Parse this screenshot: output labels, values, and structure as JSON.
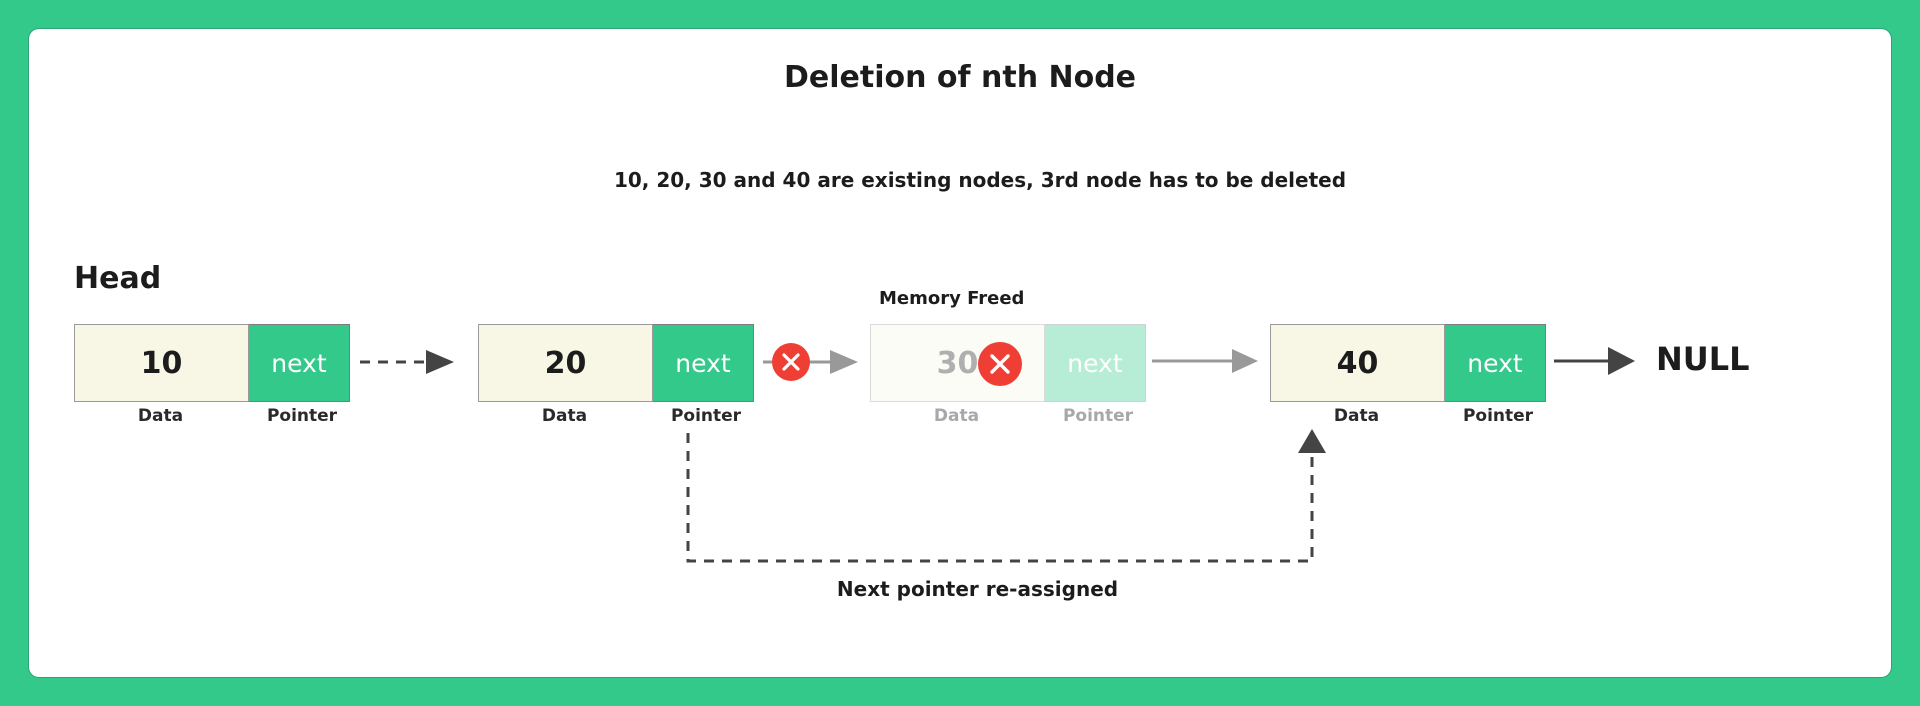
{
  "title": "Deletion of nth Node",
  "subtitle": "10, 20, 30 and 40 are existing nodes, 3rd node has to be deleted",
  "head_label": "Head",
  "memory_label": "Memory Freed",
  "null_label": "NULL",
  "reassign_label": "Next pointer re-assigned",
  "colors": {
    "background": "#33c98b",
    "pointer_cell": "#33c98b",
    "data_cell": "#f8f7e6",
    "delete_marker": "#ef3f35",
    "arrow": "#444444"
  },
  "nodes": [
    {
      "data": "10",
      "pointer": "next",
      "data_caption": "Data",
      "pointer_caption": "Pointer"
    },
    {
      "data": "20",
      "pointer": "next",
      "data_caption": "Data",
      "pointer_caption": "Pointer"
    },
    {
      "data": "30",
      "pointer": "next",
      "data_caption": "Data",
      "pointer_caption": "Pointer",
      "deleted": true
    },
    {
      "data": "40",
      "pointer": "next",
      "data_caption": "Data",
      "pointer_caption": "Pointer"
    }
  ],
  "icons": {
    "delete_marker": "close-icon"
  }
}
